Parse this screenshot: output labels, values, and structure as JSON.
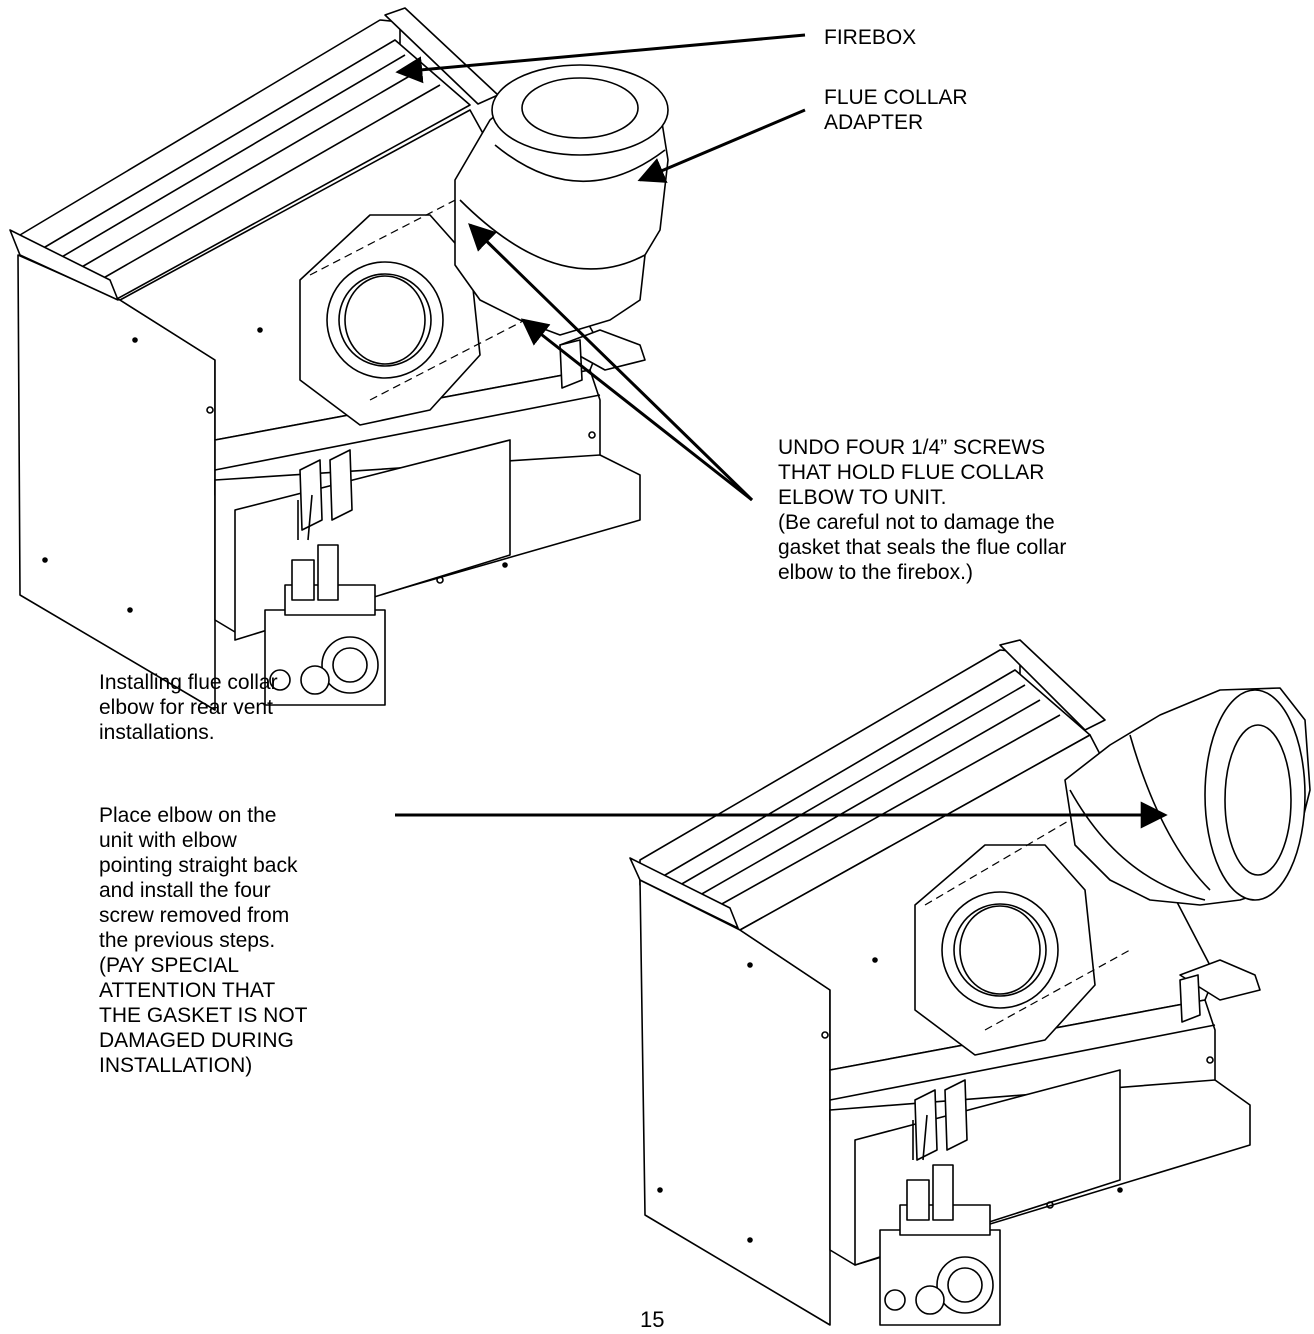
{
  "labels": {
    "firebox": "FIREBOX",
    "flue_collar_adapter": "FLUE COLLAR\nADAPTER",
    "undo_screws": "UNDO FOUR 1/4” SCREWS\nTHAT HOLD FLUE COLLAR\nELBOW TO UNIT.\n(Be careful not to damage the\ngasket that seals the flue collar\nelbow to the firebox.)",
    "installing_intro": "Installing flue collar\nelbow for rear vent\ninstallations.",
    "placement_instructions": "Place elbow on the\nunit with elbow\npointing straight back\nand install the four\nscrew removed from\nthe previous steps.\n(PAY SPECIAL\nATTENTION THAT\nTHE GASKET IS NOT\nDAMAGED DURING\nINSTALLATION)"
  },
  "page_number": "15"
}
